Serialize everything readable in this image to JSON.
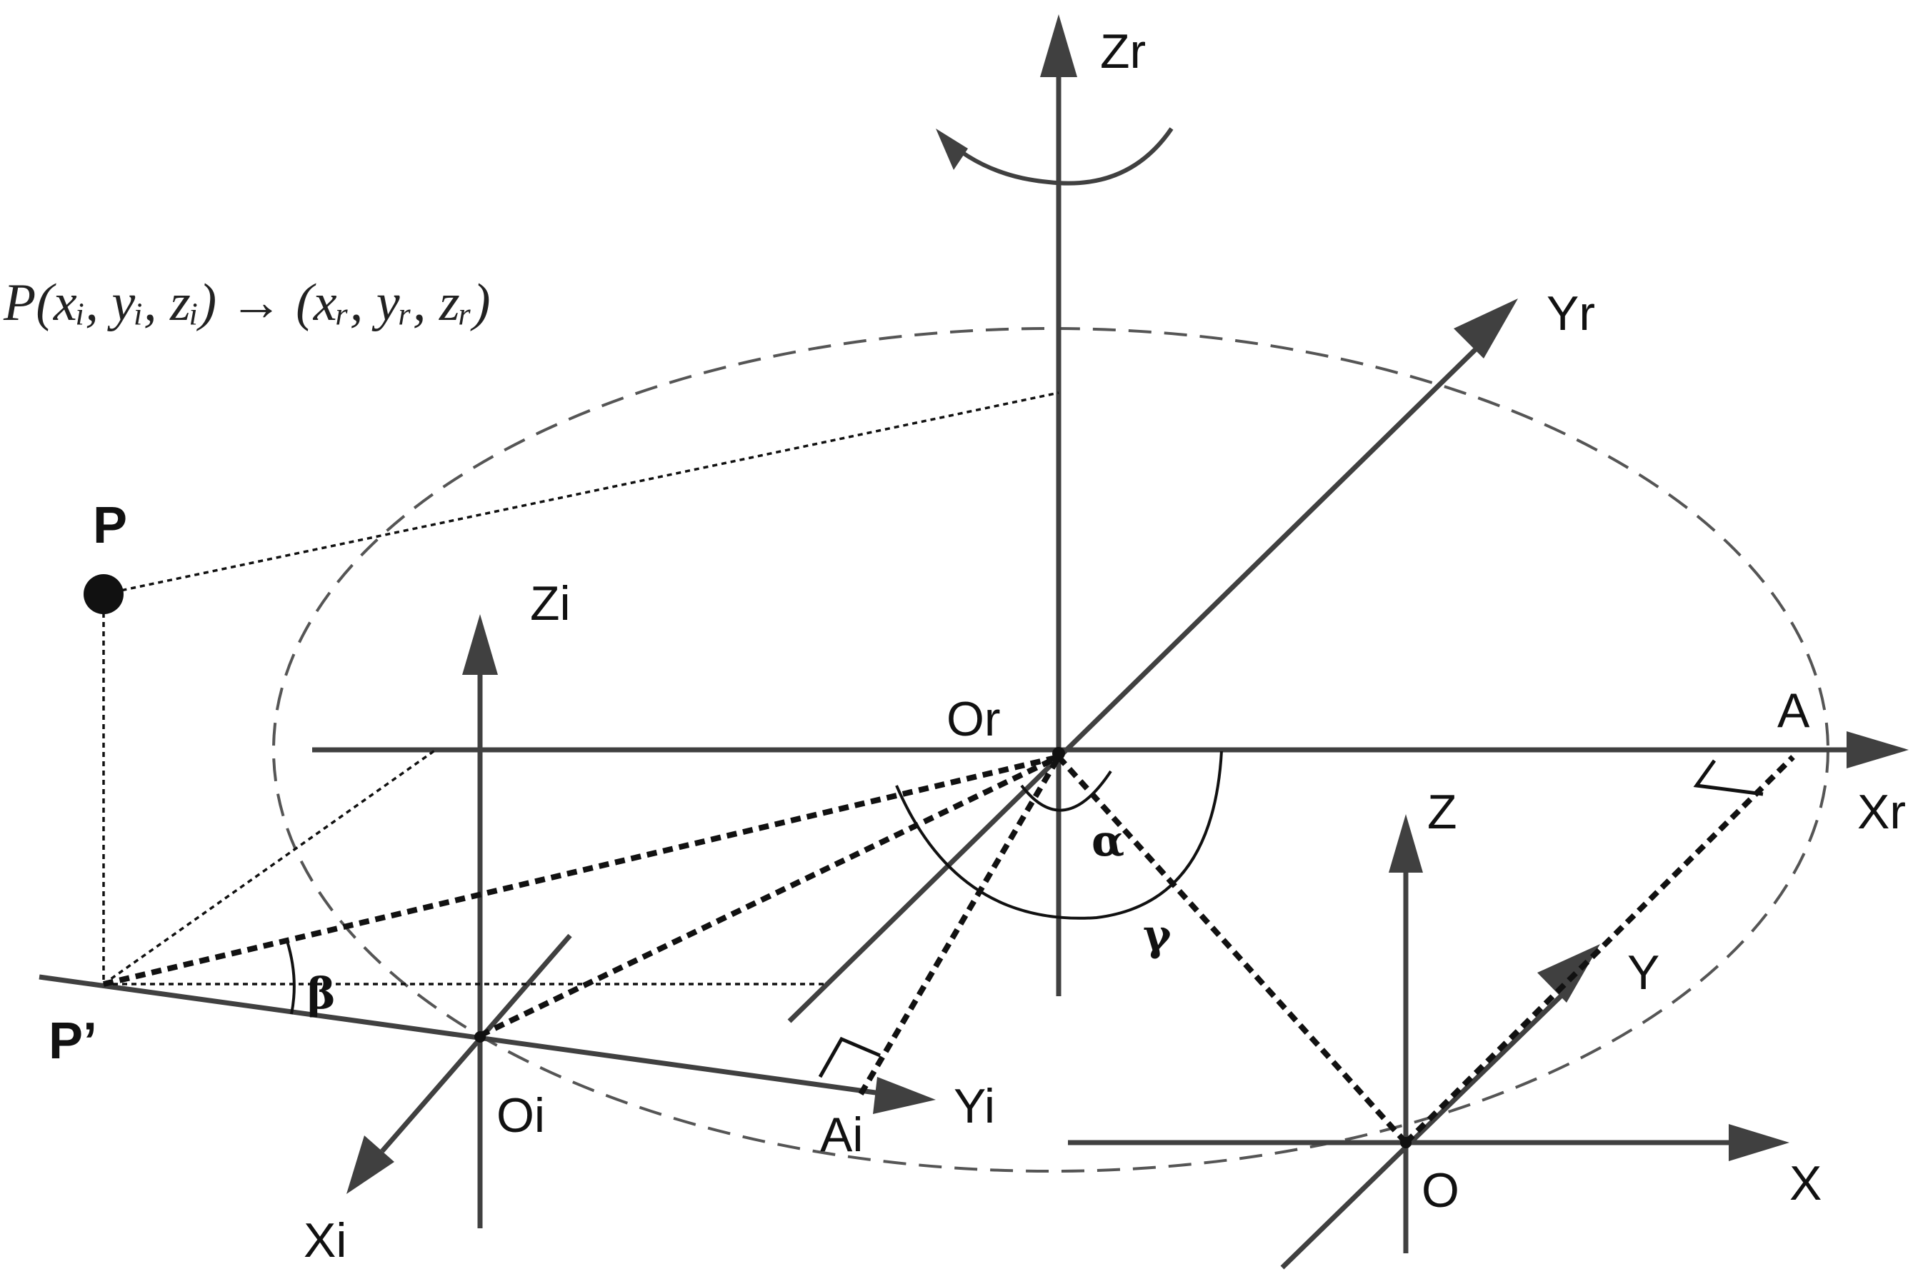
{
  "colors": {
    "axis": "#404040",
    "ink": "#111111",
    "dashed_ellipse": "#555555",
    "background": "#ffffff"
  },
  "formula": "P(xᵢ, yᵢ, zᵢ) → (xᵣ, yᵣ, zᵣ)",
  "labels": {
    "zr": "Zr",
    "yr": "Yr",
    "xr": "Xr",
    "or": "Or",
    "a": "A",
    "p": "P",
    "p_prime": "P’",
    "zi": "Zi",
    "yi": "Yi",
    "xi": "Xi",
    "oi": "Oi",
    "ai": "Ai",
    "z": "Z",
    "y": "Y",
    "x": "X",
    "o": "O",
    "alpha": "α",
    "beta": "β",
    "gamma": "γ"
  }
}
